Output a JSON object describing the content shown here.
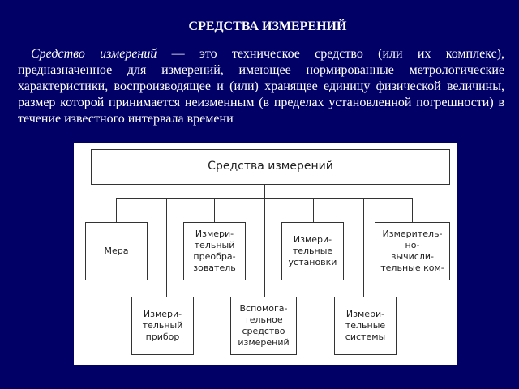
{
  "slide": {
    "title": "СРЕДСТВА ИЗМЕРЕНИЙ",
    "definition_term": "Средство измерений",
    "definition_text": " — это техническое средство (или их комплекс), предназначенное для измерений, имеющее нормированные метрологические характеристики, воспроизводящее и (или) хранящее единицу физической величины, размер которой принимается неизменным (в пределах установленной погрешности) в течение известного интервала времени"
  },
  "diagram": {
    "root": "Средства измерений",
    "top_row": [
      "Мера",
      "Измери-\nтельный\nпреобра-\nзователь",
      "Измери-\nтельные\nустановки",
      "Измеритель-\nно-\nвычисли-\nтельные ком-"
    ],
    "bottom_row": [
      "Измери-\nтельный\nприбор",
      "Вспомога-\nтельное\nсредство\nизмерений",
      "Измери-\nтельные\nсистемы"
    ]
  }
}
